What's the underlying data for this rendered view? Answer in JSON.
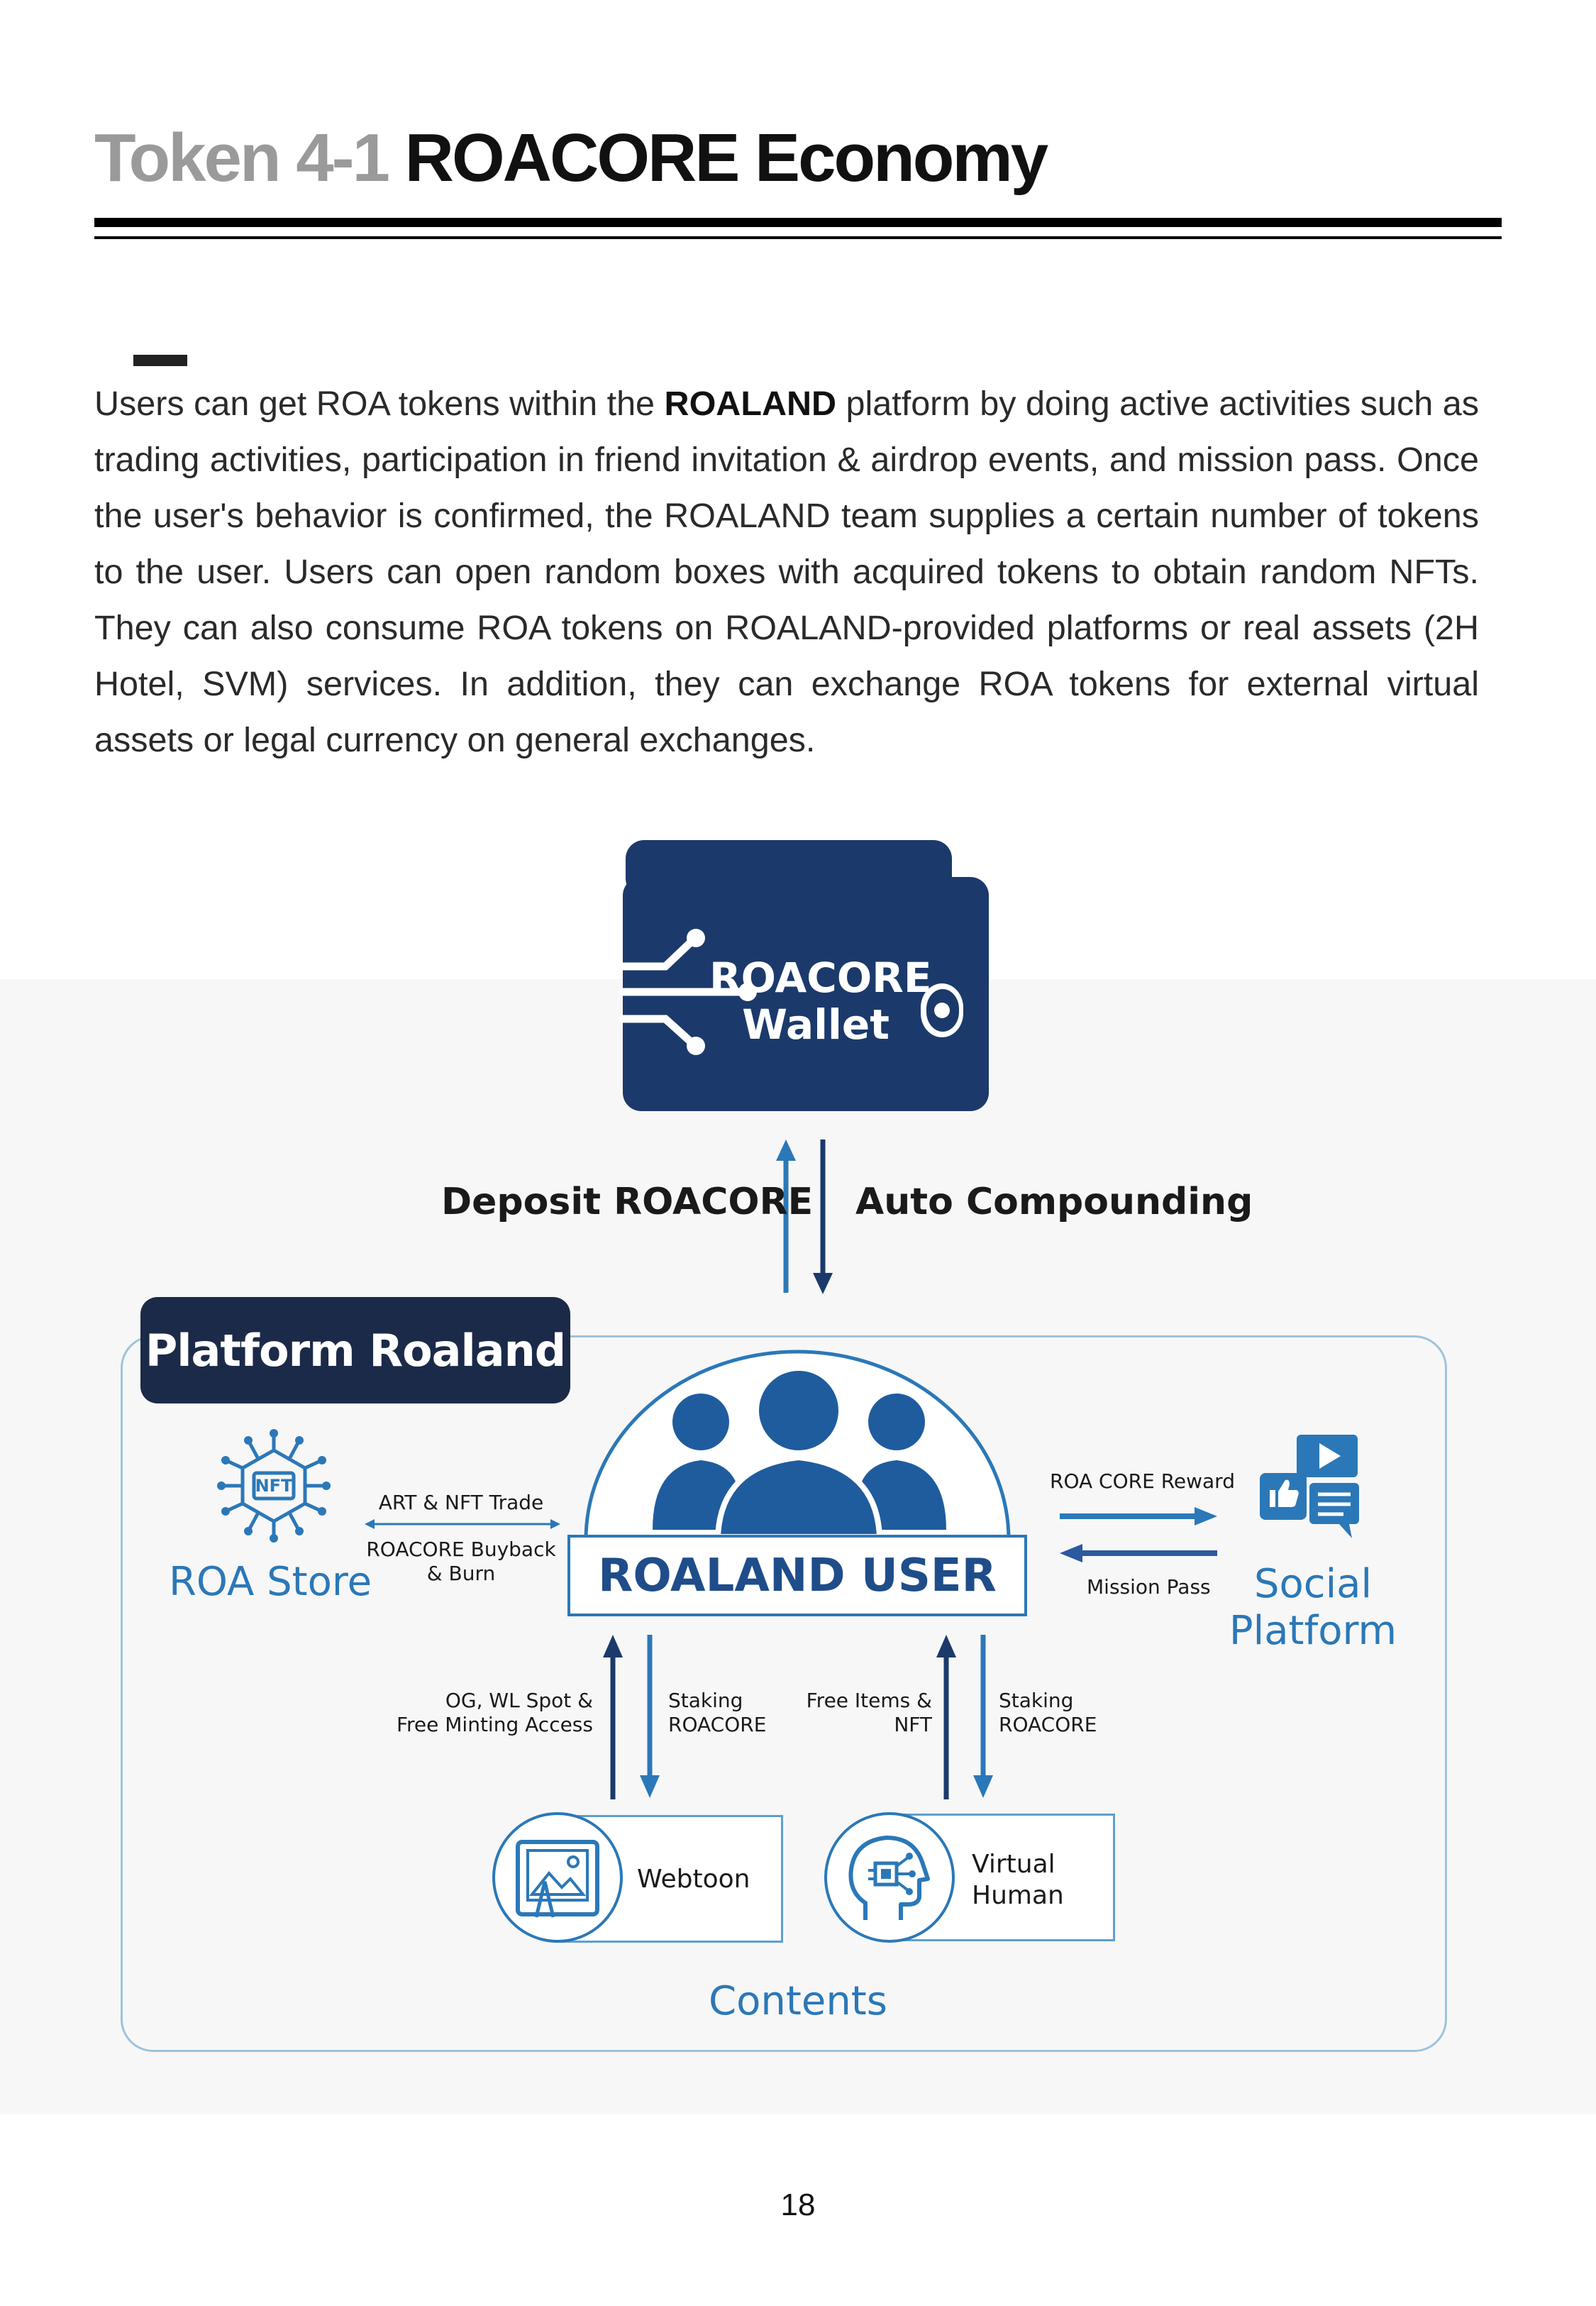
{
  "header": {
    "title_prefix": "Token 4-1",
    "title_main": "ROACORE Economy"
  },
  "intro": {
    "before": "Users can get ROA tokens within the ",
    "bold": "ROALAND",
    "after": " platform by doing active activities such as trading activities, participation in friend invitation & airdrop events, and mission pass. Once the user's behavior is confirmed, the ROALAND team supplies a certain number of tokens to the user. Users can open random boxes with acquired tokens to obtain random NFTs. They can also consume ROA tokens on ROALAND-provided platforms or real assets (2H Hotel, SVM) services. In addition, they can exchange ROA tokens for external virtual assets or legal currency on general exchanges."
  },
  "diagram": {
    "wallet_line1": "ROACORE",
    "wallet_line2": "Wallet",
    "deposit_label": "Deposit ROACORE",
    "compounding_label": "Auto Compounding",
    "platform_tag": "Platform Roaland",
    "nft_badge": "NFT",
    "store_label": "ROA Store",
    "art_trade": "ART & NFT Trade",
    "buyback_line1": "ROACORE Buyback",
    "buyback_line2": "& Burn",
    "user_label": "ROALAND USER",
    "reward_label": "ROA  CORE Reward",
    "mission_label": "Mission Pass",
    "social_line1": "Social",
    "social_line2": "Platform",
    "og_line1": "OG, WL Spot &",
    "og_line2": "Free Minting Access",
    "staking1_line1": "Staking",
    "staking1_line2": "ROACORE",
    "free_line1": "Free Items &",
    "free_line2": "NFT",
    "staking2_line1": "Staking",
    "staking2_line2": "ROACORE",
    "webtoon": "Webtoon",
    "virtual_line1": "Virtual",
    "virtual_line2": "Human",
    "contents_label": "Contents"
  },
  "page_number": "18",
  "colors": {
    "navy": "#1b3a6b",
    "accent_blue": "#2b78b8",
    "frame_blue": "#9ec3da"
  }
}
